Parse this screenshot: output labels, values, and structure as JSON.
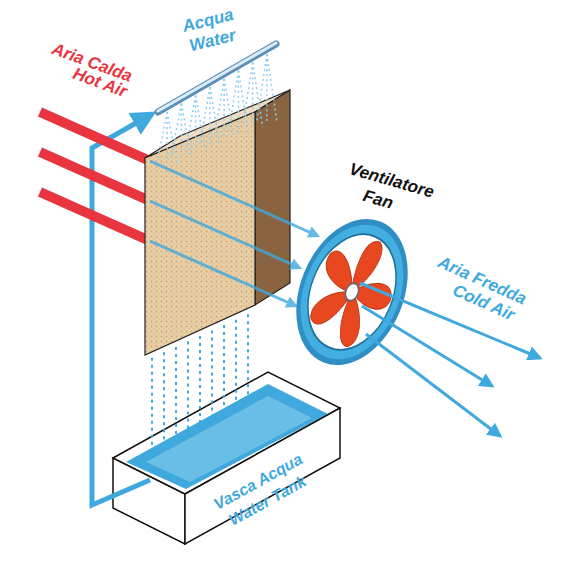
{
  "diagram": {
    "labels": [
      "Aria Calda",
      "Hot Air",
      "Acqua",
      "Water",
      "Ventilatore",
      "Fan",
      "Aria Fredda",
      "Cold Air",
      "Vasca Acqua",
      "Water Tank"
    ]
  }
}
